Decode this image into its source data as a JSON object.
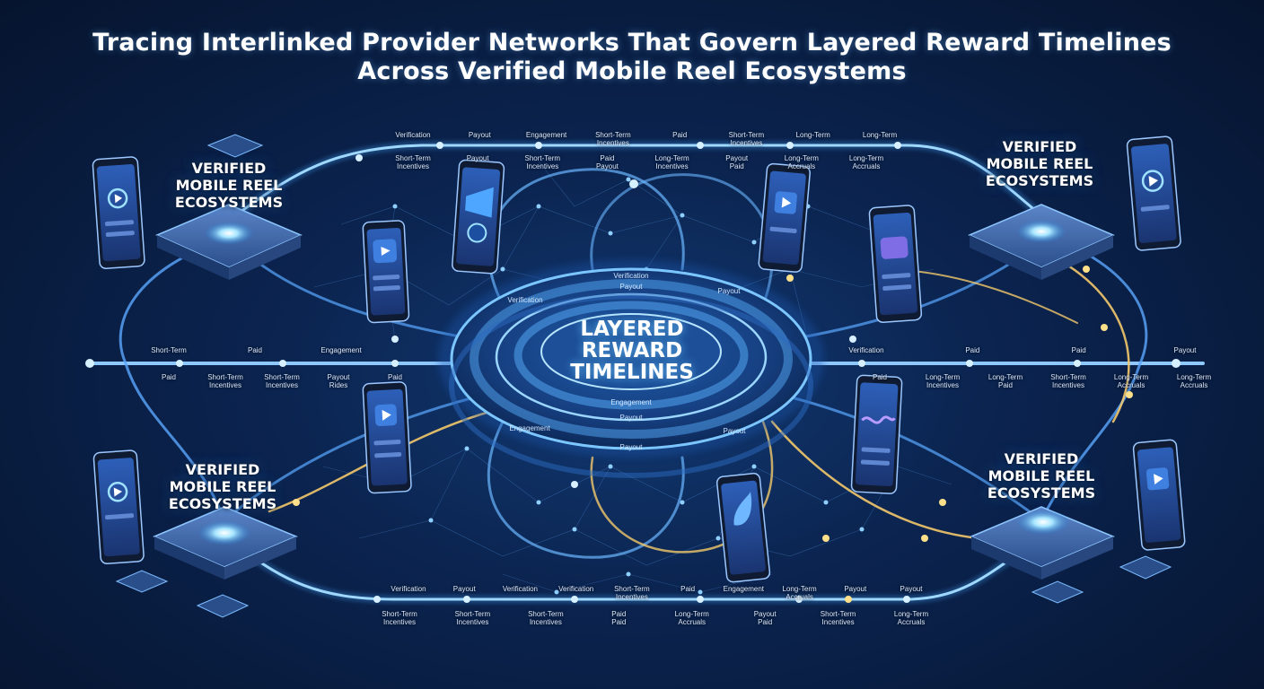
{
  "title": {
    "line1": "Tracing Interlinked Provider Networks That Govern Layered Reward Timelines",
    "line2": "Across Verified Mobile Reel Ecosystems"
  },
  "center": {
    "label_lines": [
      "LAYERED",
      "REWARD",
      "TIMELINES"
    ],
    "ring_labels": [
      "Verification",
      "Payout",
      "Verification",
      "Engagement",
      "Payout",
      "Engagement",
      "Payout",
      "Payout",
      "Payout"
    ]
  },
  "ecosystems": [
    {
      "lines": [
        "VERIFIED",
        "MOBILE REEL",
        "ECOSYSTEMS"
      ]
    },
    {
      "lines": [
        "VERIFIED",
        "MOBILE REEL",
        "ECOSYSTEMS"
      ]
    },
    {
      "lines": [
        "VERIFIED",
        "MOBILE REEL",
        "ECOSYSTEMS"
      ]
    },
    {
      "lines": [
        "VERIFIED",
        "MOBILE REEL",
        "ECOSYSTEMS"
      ]
    }
  ],
  "timelines": {
    "top_row1": [
      "Verification",
      "Payout",
      "Engagement",
      "Short-Term Incentives",
      "Paid",
      "Short-Term Incentives",
      "Long-Term",
      "Long-Term"
    ],
    "top_row2": [
      "Short-Term Incentives",
      "Payout",
      "Short-Term Incentives",
      "Paid Payout",
      "Long-Term Incentives",
      "Payout Paid",
      "Long-Term Accruals",
      "Long-Term Accruals"
    ],
    "left_row1": [
      "Short-Term",
      "Paid",
      "Engagement"
    ],
    "left_row2": [
      "Paid",
      "Short-Term Incentives",
      "Short-Term Incentives",
      "Payout Rides",
      "Paid"
    ],
    "right_row1": [
      "Verification",
      "Paid",
      "Paid",
      "Payout"
    ],
    "right_row2": [
      "Paid",
      "Long-Term Incentives",
      "Long-Term Paid",
      "Short-Term Incentives",
      "Long-Term Accruals",
      "Long-Term Accruals"
    ],
    "bottom_row1": [
      "Verification",
      "Payout",
      "Verification",
      "Verification",
      "Short-Term Incentives",
      "Paid",
      "Engagement",
      "Long-Term Accruals",
      "Payout",
      "Payout"
    ],
    "bottom_row2": [
      "Short-Term Incentives",
      "Short-Term Incentives",
      "Short-Term Incentives",
      "Paid Paid",
      "Long-Term Accruals",
      "Payout Paid",
      "Short-Term Incentives",
      "Long-Term Accruals"
    ]
  },
  "colors": {
    "background": "#0b2450",
    "accent": "#4fb7ff",
    "gold": "#f3c86a",
    "text": "#ffffff"
  }
}
